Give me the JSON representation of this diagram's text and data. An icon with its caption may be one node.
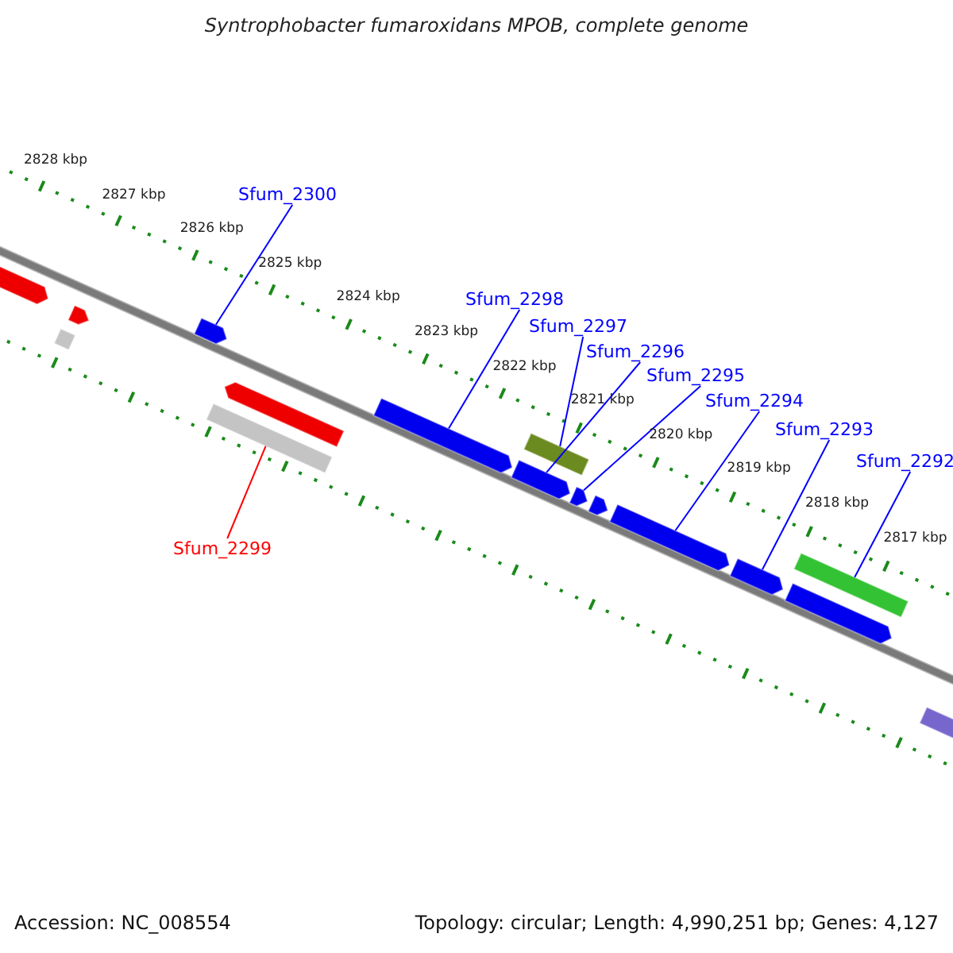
{
  "diagram": {
    "title": "Syntrophobacter fumaroxidans MPOB, complete genome",
    "nodes": [
      {
        "text": [
          "Sfum_2300"
        ]
      },
      {
        "text": [
          "Sfum_2298"
        ]
      },
      {
        "text": [
          "Sfum_2297"
        ]
      },
      {
        "text": [
          "Sfum_2296"
        ]
      },
      {
        "text": [
          "Sfum_2295"
        ]
      },
      {
        "text": [
          "Sfum_2294"
        ]
      },
      {
        "text": [
          "Sfum_2293"
        ]
      },
      {
        "text": [
          "Sfum_2292"
        ]
      },
      {
        "text": [
          "Sfum_2299"
        ]
      },
      {
        "text": [],
        "shape": "bar"
      },
      {
        "text": [],
        "shape": "bar"
      },
      {
        "text": [],
        "shape": "bar"
      },
      {
        "text": [],
        "shape": "bar"
      },
      {
        "text": [],
        "shape": "bar"
      },
      {
        "text": [],
        "shape": "bar"
      },
      {
        "text": [],
        "shape": "bar"
      },
      {
        "text": [],
        "shape": "bar"
      },
      {
        "text": [],
        "shape": "bar"
      },
      {
        "text": [],
        "shape": "bar"
      },
      {
        "text": [],
        "shape": "bar"
      },
      {
        "text": [],
        "shape": "bar"
      },
      {
        "text": [],
        "shape": "bar"
      },
      {
        "text": [],
        "shape": "bar"
      },
      {
        "text": [],
        "shape": "bar"
      },
      {
        "text": [],
        "shape": "bar"
      }
    ],
    "edges": [
      {
        "from": 0,
        "to": 12,
        "arrow": "none"
      },
      {
        "from": 1,
        "to": 15,
        "arrow": "none"
      },
      {
        "from": 2,
        "to": 17,
        "arrow": "none"
      },
      {
        "from": 3,
        "to": 16,
        "arrow": "none"
      },
      {
        "from": 4,
        "to": 18,
        "arrow": "none"
      },
      {
        "from": 5,
        "to": 20,
        "arrow": "none"
      },
      {
        "from": 6,
        "to": 21,
        "arrow": "none"
      },
      {
        "from": 7,
        "to": 22,
        "arrow": "none"
      },
      {
        "from": 8,
        "to": 13,
        "arrow": "none",
        "color": "#ff0000"
      }
    ],
    "labels": [
      "2828 kbp",
      "2827 kbp",
      "2826 kbp",
      "2825 kbp",
      "2824 kbp",
      "2823 kbp",
      "2822 kbp",
      "2821 kbp",
      "2820 kbp",
      "2819 kbp",
      "2818 kbp",
      "2817 kbp",
      "Accession: NC_008554",
      "Topology: circular; Length: 4,990,251 bp; Genes: 4,127"
    ]
  }
}
